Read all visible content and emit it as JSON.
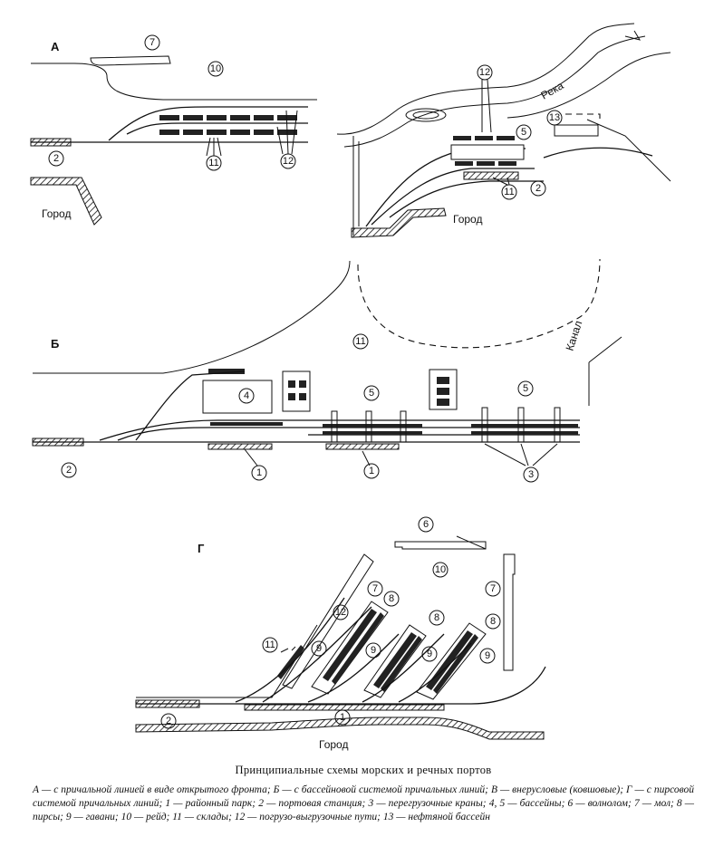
{
  "sections": {
    "a": "А",
    "b": "Б",
    "g": "Г"
  },
  "labels": {
    "city": "Город",
    "river": "Река",
    "canal": "Канал"
  },
  "markers": [
    "1",
    "2",
    "3",
    "4",
    "5",
    "6",
    "7",
    "8",
    "9",
    "10",
    "11",
    "12",
    "13"
  ],
  "caption": {
    "title": "Принципиальные схемы морских и речных портов",
    "legend": "А — с причальной линией в виде открытого фронта; Б — с бассейновой системой причальных линий; В — внерусловые (ковшовые); Г — с пирсовой системой причальных линий; 1 — районный парк; 2 — портовая станция; 3 — перегрузочные краны; 4, 5 — бассейны; 6 — волнолом; 7 — мол; 8 — пирсы; 9 — гавани; 10 — рейд; 11 — склады; 12 — погрузо-выгрузочные пути; 13 — нефтяной бассейн"
  }
}
